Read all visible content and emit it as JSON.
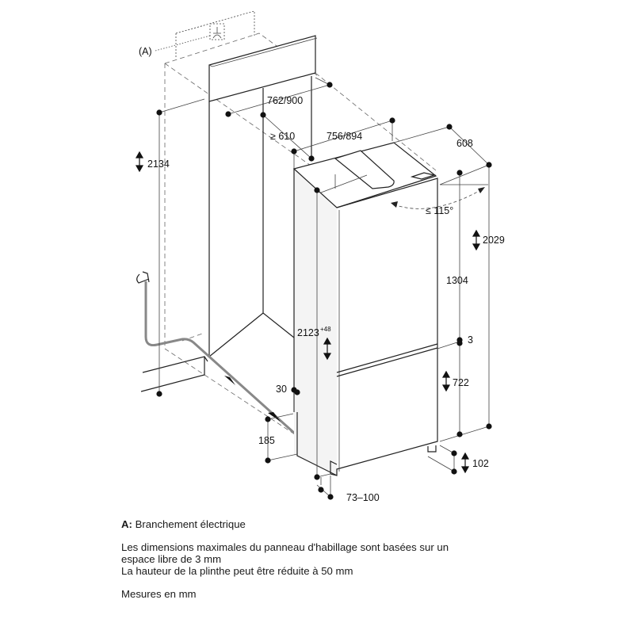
{
  "diagram": {
    "labels": {
      "connection_marker": "(A)",
      "niche_height": "2134",
      "niche_width": "762/900",
      "niche_depth": "≥ 610",
      "appliance_width": "756/894",
      "appliance_depth": "608",
      "door_opening_angle": "≤ 115°",
      "appliance_height": "2029",
      "upper_door_height": "1304",
      "door_gap": "3",
      "niche_height_range": "2123",
      "niche_height_tolerance": "+48",
      "lower_door_height": "722",
      "side_offset": "30",
      "plinth_depth": "185",
      "plinth_height": "102",
      "plinth_setback": "73–100"
    }
  },
  "notes": {
    "legend_key": "A:",
    "legend_text": " Branchement électrique",
    "panel_note_1": "Les dimensions maximales du panneau d'habillage sont basées sur un",
    "panel_note_2": "espace libre de 3 mm",
    "plinth_note": "La hauteur de la plinthe peut être réduite à 50 mm",
    "units": "Mesures en mm"
  }
}
